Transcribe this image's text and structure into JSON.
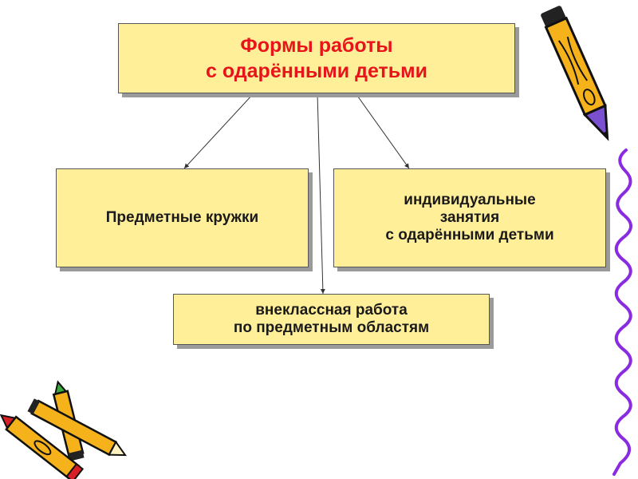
{
  "diagram": {
    "title_lines": [
      "Формы работы",
      "с одарёнными детьми"
    ],
    "left_box": "Предметные кружки",
    "right_box_lines": [
      "индивидуальные",
      "занятия",
      "с одарёнными детьми"
    ],
    "bottom_box_lines": [
      "внеклассная работа",
      "по предметным областям"
    ]
  },
  "colors": {
    "box_fill": "#ffef99",
    "title_text": "#e8141b",
    "border_squiggle": "#8a2be2",
    "pencil_body": "#f5b21a"
  },
  "decorations": [
    "pencil-icon",
    "pencils-icon",
    "squiggle-border"
  ]
}
